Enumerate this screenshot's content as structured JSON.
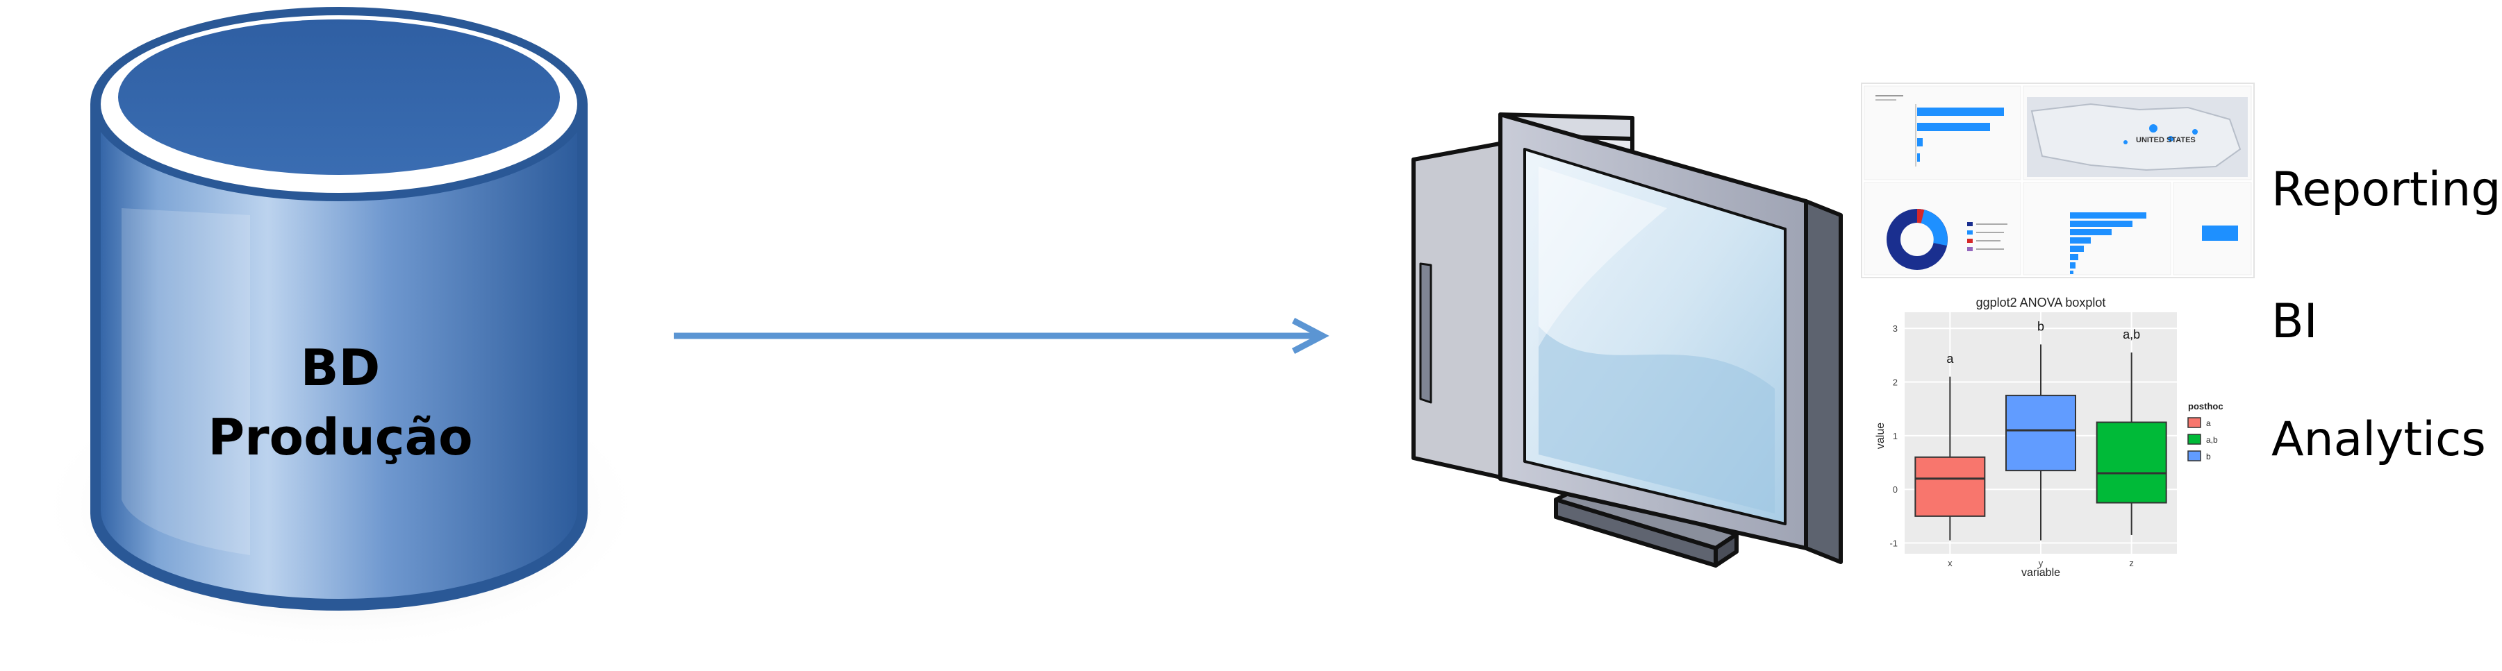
{
  "database": {
    "line1": "BD",
    "line2": "Produção",
    "colors": {
      "body_light": "#a9c4e6",
      "body_dark": "#2f5f9f",
      "top": "#3467a9",
      "rim": "#ffffff"
    }
  },
  "flow_arrow": {
    "color": "#5b95d3"
  },
  "outputs": {
    "reporting": "Reporting",
    "bi": "BI",
    "analytics": "Analytics"
  },
  "dashboard": {
    "panel_bar_color": "#1e90ff",
    "map_label": "UNITED STATES",
    "donut_colors": [
      "#1a2f8f",
      "#1e90ff",
      "#d62728"
    ]
  },
  "boxplot": {
    "chart_data": {
      "type": "boxplot",
      "title": "ggplot2 ANOVA boxplot",
      "xlabel": "variable",
      "ylabel": "value",
      "categories": [
        "x",
        "y",
        "z"
      ],
      "ylim": [
        -1.2,
        3.3
      ],
      "yticks": [
        -1,
        0,
        1,
        2,
        3
      ],
      "series": [
        {
          "category": "x",
          "min": -0.95,
          "q1": -0.5,
          "median": 0.2,
          "q3": 0.6,
          "max": 2.1,
          "letter": "a",
          "color": "#f8766d"
        },
        {
          "category": "y",
          "min": -0.95,
          "q1": 0.35,
          "median": 1.1,
          "q3": 1.75,
          "max": 2.7,
          "letter": "b",
          "color": "#619cff"
        },
        {
          "category": "z",
          "min": -0.85,
          "q1": -0.25,
          "median": 0.3,
          "q3": 1.25,
          "max": 2.55,
          "letter": "a,b",
          "color": "#00ba38"
        }
      ],
      "legend": {
        "title": "posthoc",
        "items": [
          {
            "label": "a",
            "color": "#f8766d"
          },
          {
            "label": "a,b",
            "color": "#00ba38"
          },
          {
            "label": "b",
            "color": "#619cff"
          }
        ],
        "placement": "right"
      }
    }
  }
}
